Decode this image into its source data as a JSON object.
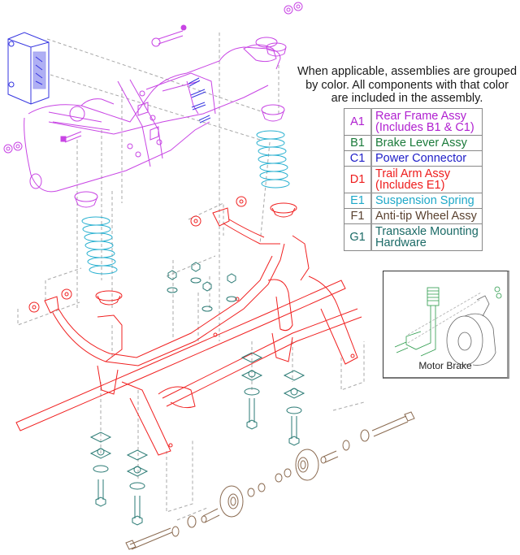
{
  "note": {
    "lines": [
      "When applicable, assemblies are grouped",
      "by color. All components with that color",
      "are included in the assembly."
    ]
  },
  "legend": {
    "rows": [
      {
        "code": "A1",
        "label_lines": [
          "Rear Frame Assy",
          "(Includes B1 & C1)"
        ],
        "color": "#b020d0"
      },
      {
        "code": "B1",
        "label_lines": [
          "Brake Lever Assy"
        ],
        "color": "#1a7a3a"
      },
      {
        "code": "C1",
        "label_lines": [
          "Power Connector"
        ],
        "color": "#2020c8"
      },
      {
        "code": "D1",
        "label_lines": [
          "Trail Arm Assy",
          "(Includes E1)"
        ],
        "color": "#ee1c1c"
      },
      {
        "code": "E1",
        "label_lines": [
          "Suspension Spring"
        ],
        "color": "#1ea8c8"
      },
      {
        "code": "F1",
        "label_lines": [
          "Anti-tip Wheel Assy"
        ],
        "color": "#5a4230"
      },
      {
        "code": "G1",
        "label_lines": [
          "Transaxle Mounting",
          "Hardware"
        ],
        "color": "#1a6a66"
      }
    ]
  },
  "inset": {
    "label": "Motor Brake"
  },
  "colors": {
    "rear_frame": "#c040e0",
    "power_connector": "#3030e0",
    "trail_arm": "#f02020",
    "spring": "#28b0d0",
    "anti_tip": "#8a6a50",
    "hardware": "#2a7a74",
    "brake": "#2a9a4a",
    "leader": "#a0a0a0"
  }
}
